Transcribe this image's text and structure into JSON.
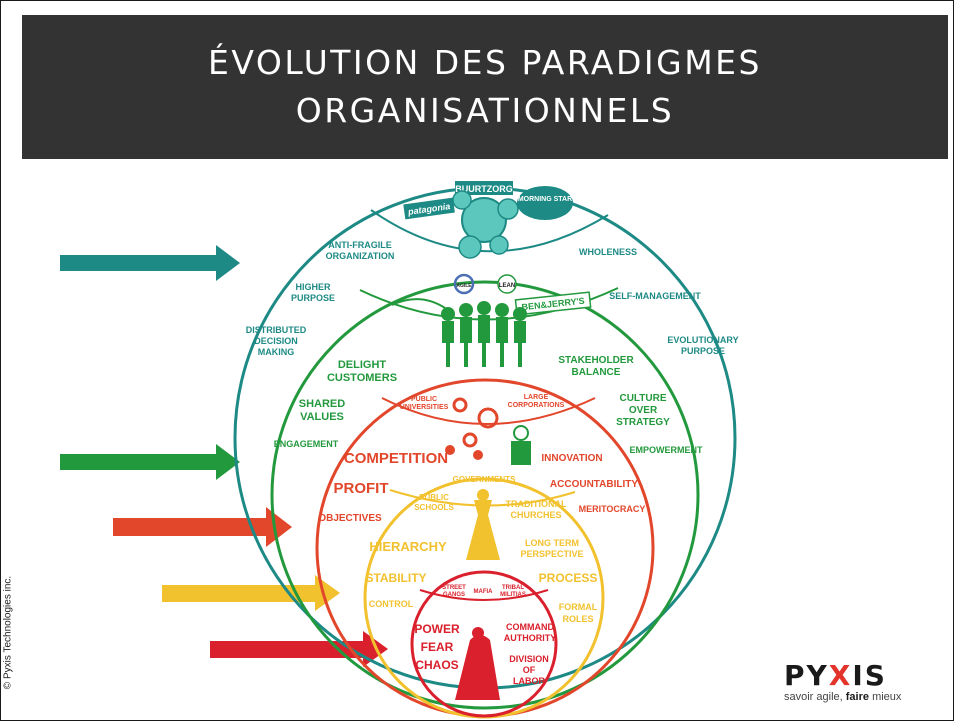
{
  "header": {
    "title_line1": "ÉVOLUTION DES PARADIGMES",
    "title_line2": "ORGANISATIONNELS"
  },
  "copyright": "© Pyxis Technologies inc.",
  "colors": {
    "teal": "#1d8a85",
    "green": "#23993d",
    "orange": "#e2462b",
    "amber": "#f2c12e",
    "red": "#d9202c"
  },
  "teal_ring": {
    "logos": [
      "BUURTZORG",
      "patagonia",
      "MORNING STAR"
    ],
    "labels": [
      "ANTI-FRAGILE",
      "ORGANIZATION",
      "WHOLENESS",
      "HIGHER",
      "PURPOSE",
      "SELF-MANAGEMENT",
      "DISTRIBUTED",
      "DECISION",
      "MAKING",
      "EVOLUTIONARY",
      "PURPOSE"
    ]
  },
  "green_ring": {
    "logos": [
      "AGILE",
      "LEAN",
      "BEN&JERRY'S"
    ],
    "labels": [
      "DELIGHT",
      "CUSTOMERS",
      "STAKEHOLDER",
      "BALANCE",
      "SHARED",
      "VALUES",
      "CULTURE",
      "OVER",
      "STRATEGY",
      "ENGAGEMENT",
      "EMPOWERMENT"
    ]
  },
  "orange_ring": {
    "labels": [
      "PUBLIC",
      "UNIVERSITIES",
      "LARGE",
      "CORPORATIONS",
      "COMPETITION",
      "INNOVATION",
      "PROFIT",
      "ACCOUNTABILITY",
      "OBJECTIVES",
      "MERITOCRACY"
    ]
  },
  "amber_ring": {
    "labels": [
      "GOVERNMENTS",
      "PUBLIC",
      "SCHOOLS",
      "TRADITIONAL",
      "CHURCHES",
      "HIERARCHY",
      "LONG TERM",
      "PERSPECTIVE",
      "STABILITY",
      "PROCESS",
      "CONTROL",
      "FORMAL",
      "ROLES"
    ]
  },
  "red_ring": {
    "labels": [
      "STREET",
      "GANGS",
      "MAFIA",
      "TRIBAL",
      "MILITIAS",
      "POWER",
      "FEAR",
      "CHAOS",
      "COMMAND",
      "AUTHORITY",
      "DIVISION",
      "OF",
      "LABOR"
    ]
  },
  "logo": {
    "mark_a": "PY",
    "mark_x": "X",
    "mark_b": "IS",
    "tag_a": "savoir agile,",
    "tag_b": "faire",
    "tag_c": " mieux"
  }
}
